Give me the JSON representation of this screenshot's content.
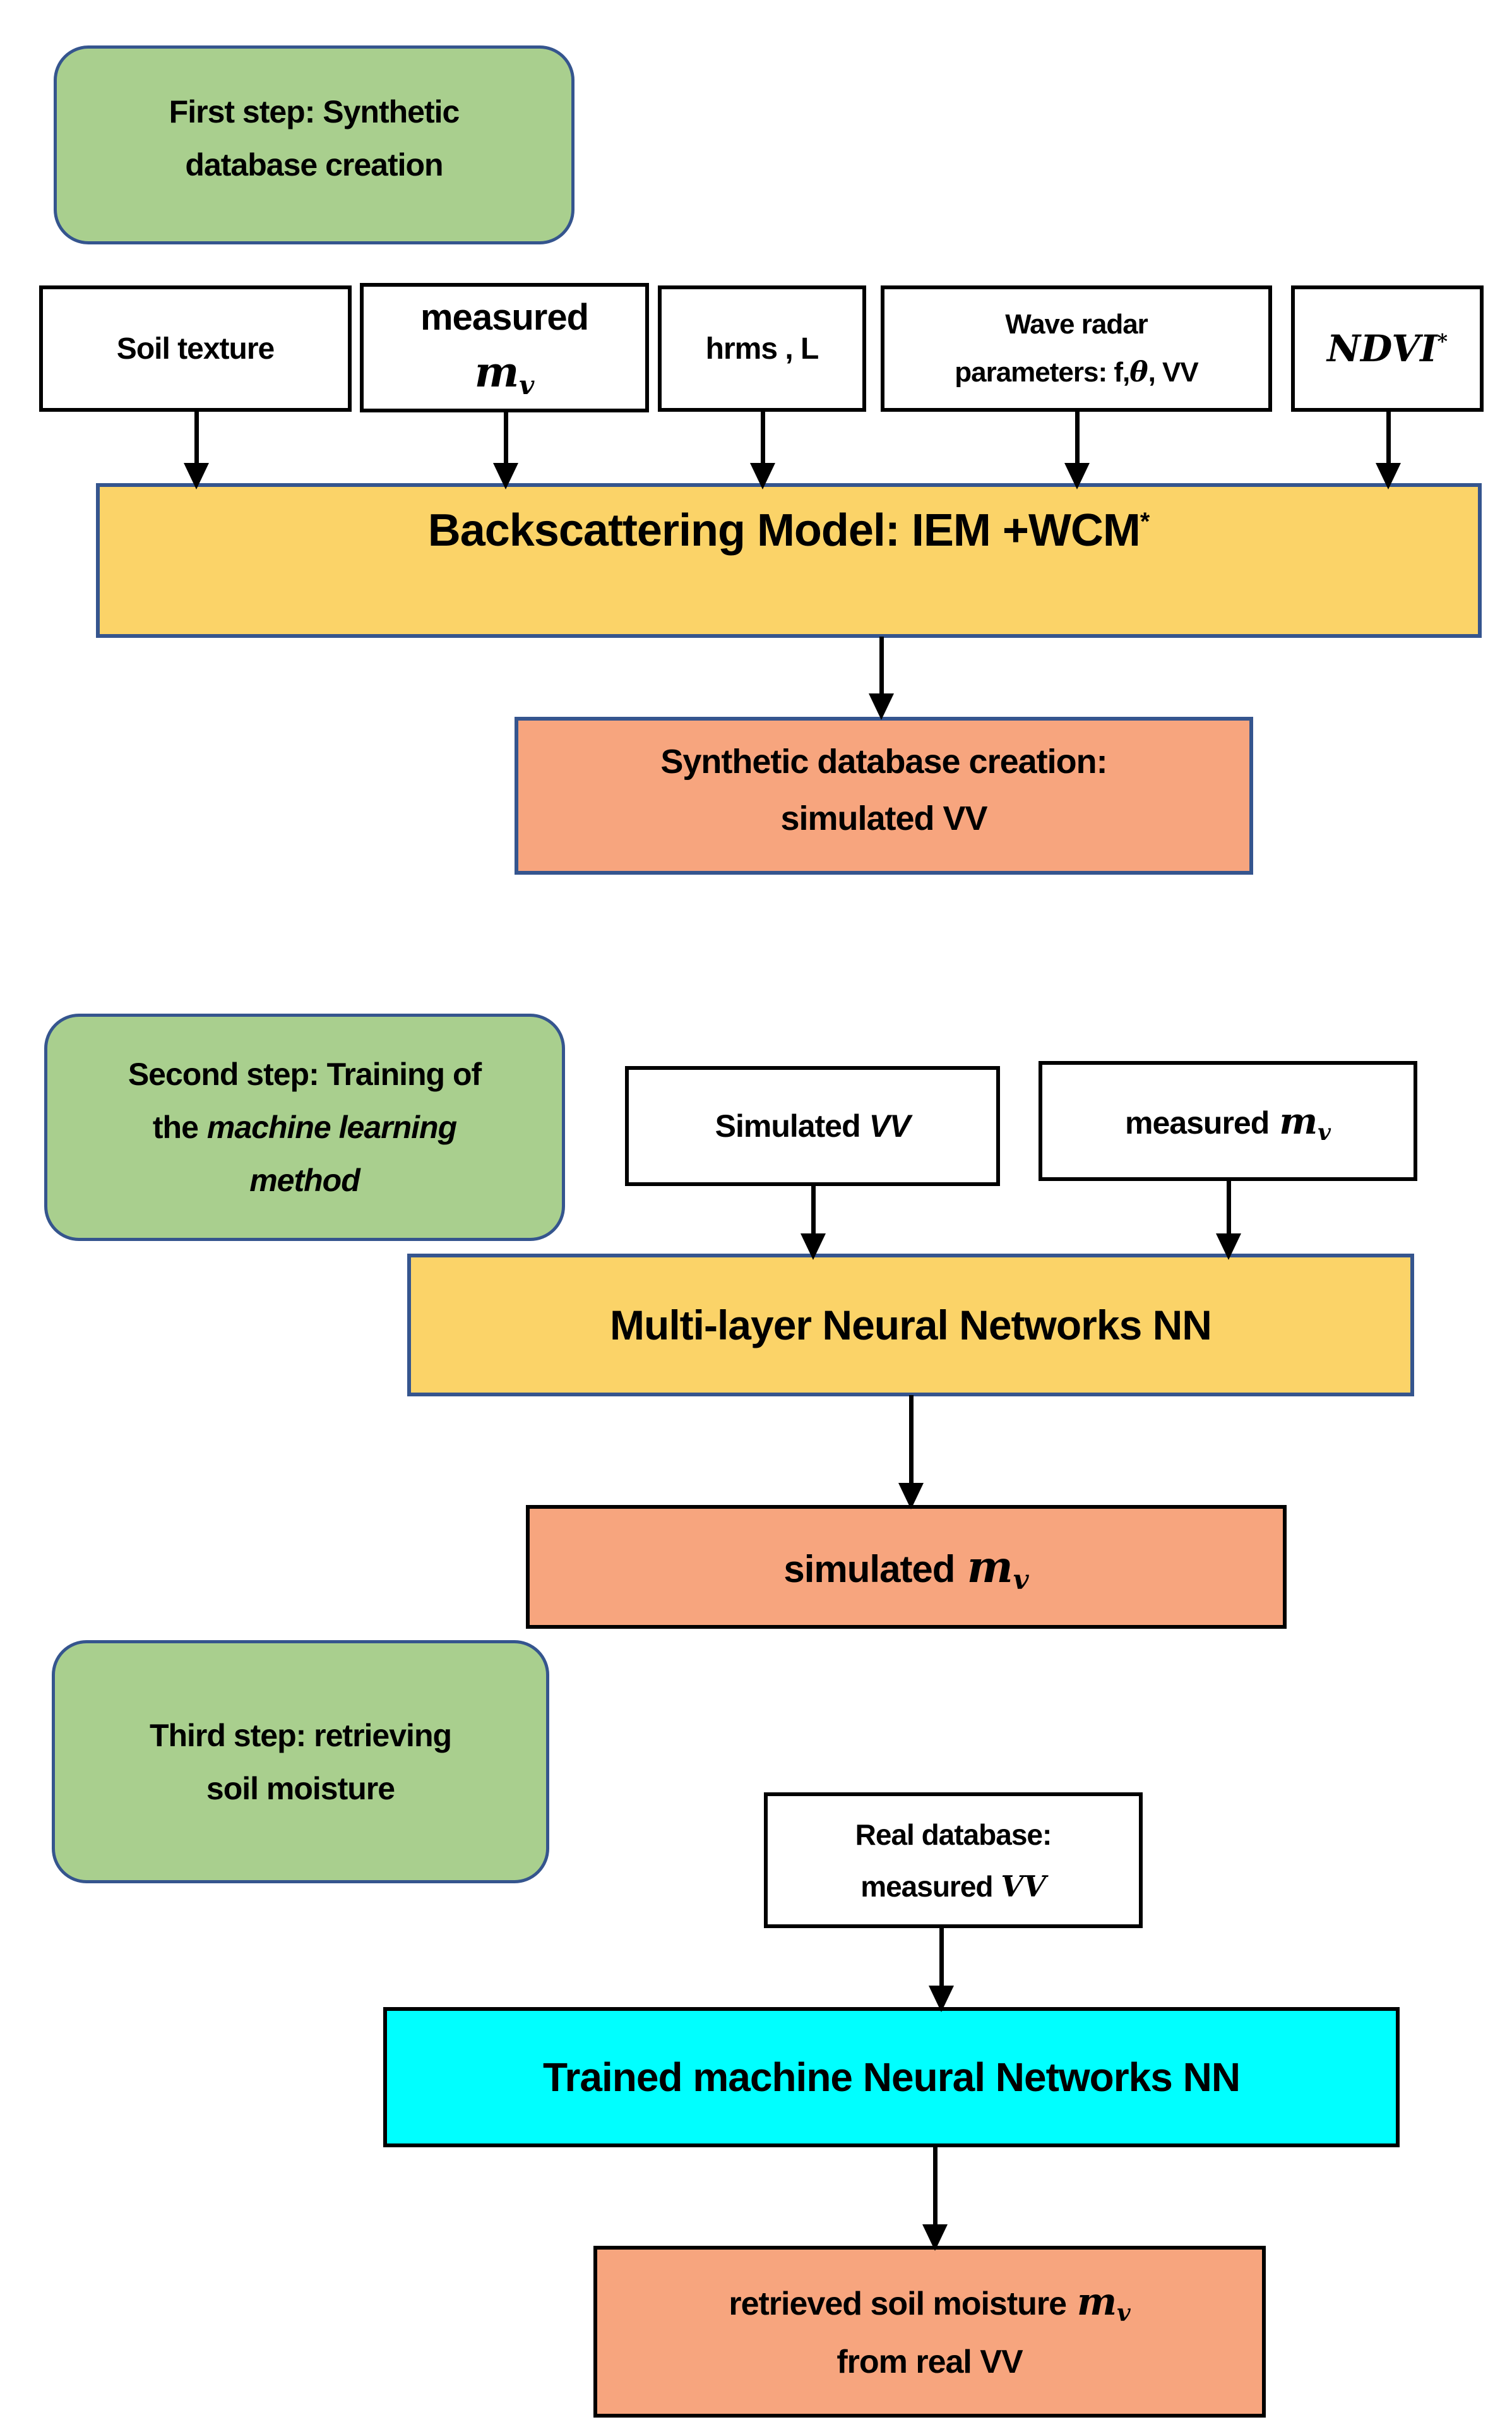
{
  "colors": {
    "green_fill": "#a9cf8e",
    "yellow_fill": "#fbd368",
    "orange_fill": "#f7a57e",
    "cyan_fill": "#00ffff",
    "blue_border": "#35558e",
    "black_border": "#000000"
  },
  "step1": {
    "label": {
      "line1": "First step: Synthetic",
      "line2": "database creation"
    },
    "inputs": {
      "soil_texture": "Soil texture",
      "measured_mv": {
        "word": "measured",
        "m": "m",
        "sub": "v"
      },
      "hrms_l": "hrms , L",
      "wave_radar": {
        "line1": "Wave radar",
        "line2_pre": "parameters: f,",
        "theta": "θ",
        "line2_post": ", VV"
      },
      "ndvi": {
        "text": "NDVI",
        "sup": "*"
      }
    },
    "model": {
      "text": "Backscattering Model: IEM +WCM",
      "sup": "*"
    },
    "output": {
      "line1": "Synthetic database creation:",
      "line2": "simulated VV"
    }
  },
  "step2": {
    "label": {
      "line1": "Second step: Training of",
      "line2_pre": "the",
      "line2_italic": "machine learning",
      "line3_italic": "method"
    },
    "inputs": {
      "simulated_vv": {
        "word": "Simulated",
        "vv": "VV"
      },
      "measured_mv": {
        "word": "measured",
        "m": "m",
        "sub": "v"
      }
    },
    "model": {
      "text": "Multi-layer Neural Networks NN"
    },
    "output": {
      "word": "simulated",
      "m": "m",
      "sub": "v"
    }
  },
  "step3": {
    "label": {
      "line1": "Third step: retrieving",
      "line2": "soil moisture"
    },
    "input": {
      "line1": "Real database:",
      "word": "measured",
      "vv": "VV"
    },
    "model": {
      "text": "Trained machine Neural Networks NN"
    },
    "output": {
      "line1_pre": "retrieved soil moisture",
      "m": "m",
      "sub": "v",
      "line2": "from real VV"
    }
  }
}
